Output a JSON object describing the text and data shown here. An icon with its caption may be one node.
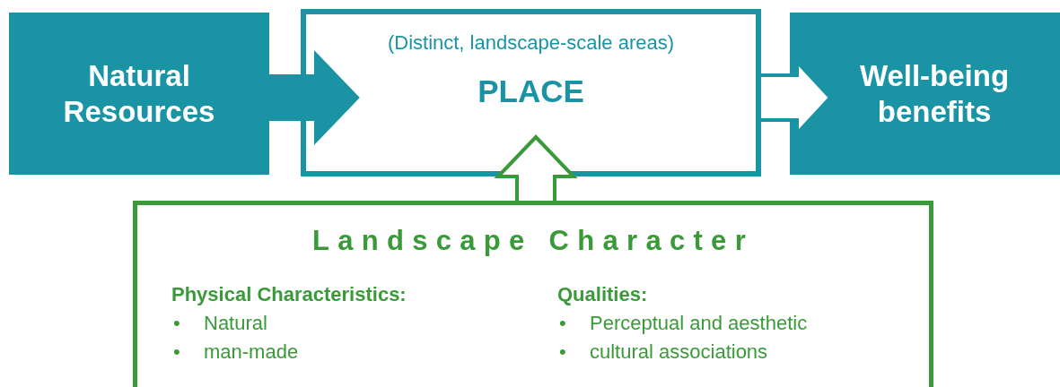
{
  "diagram": {
    "nodes": [
      {
        "text": [
          "Natural Resources"
        ]
      },
      {
        "text": [
          "(Distinct, landscape-scale areas)",
          "PLACE"
        ]
      },
      {
        "text": [
          "Well-being benefits"
        ]
      },
      {
        "text": [
          "Landscape Character",
          "Physical Characteristics:",
          "•",
          "Natural",
          "•",
          "man-made",
          "Qualities:",
          "•",
          "Perceptual and aesthetic",
          "•",
          "cultural associations"
        ]
      }
    ],
    "edges": [
      {
        "from": 0,
        "to": 1,
        "arrow": "to"
      },
      {
        "from": 1,
        "to": 2,
        "arrow": "to"
      },
      {
        "from": 3,
        "to": 1,
        "arrow": "to",
        "color": "#3a9a3a"
      }
    ]
  }
}
